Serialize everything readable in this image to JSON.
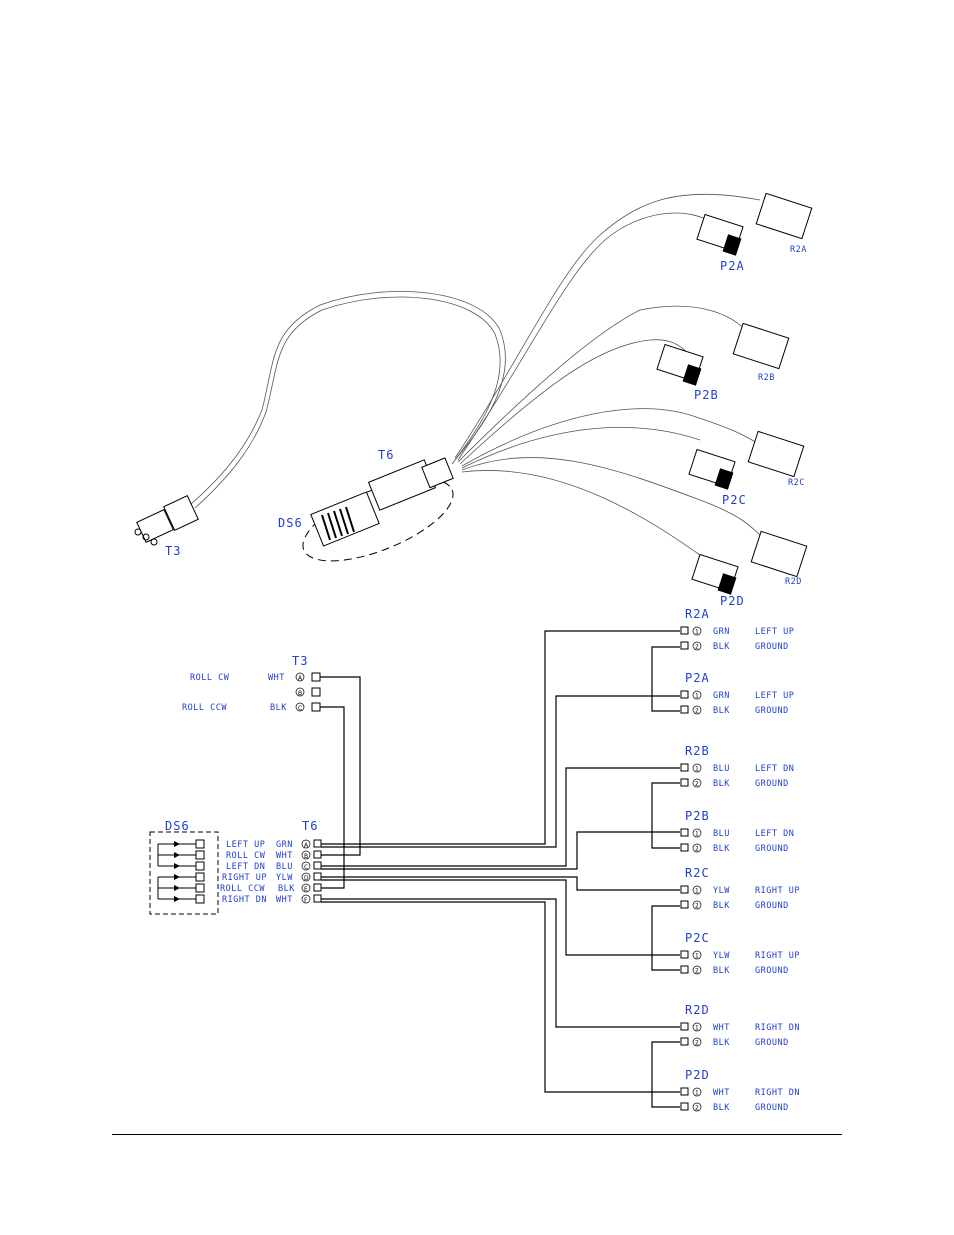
{
  "illustration": {
    "labels": {
      "t3": "T3",
      "t6": "T6",
      "ds6": "DS6",
      "r2a": "R2A",
      "p2a": "P2A",
      "r2b": "R2B",
      "p2b": "P2B",
      "r2c": "R2C",
      "p2c": "P2C",
      "r2d": "R2D",
      "p2d": "P2D"
    }
  },
  "schematic": {
    "t3": {
      "title": "T3",
      "pins": [
        {
          "signal": "ROLL CW",
          "color": "WHT",
          "pin": "A"
        },
        {
          "signal": "",
          "color": "",
          "pin": "B"
        },
        {
          "signal": "ROLL CCW",
          "color": "BLK",
          "pin": "C"
        }
      ]
    },
    "ds6": {
      "title": "DS6"
    },
    "t6": {
      "title": "T6",
      "pins": [
        {
          "signal": "LEFT UP",
          "color": "GRN",
          "pin": "A"
        },
        {
          "signal": "ROLL CW",
          "color": "WHT",
          "pin": "B"
        },
        {
          "signal": "LEFT DN",
          "color": "BLU",
          "pin": "C"
        },
        {
          "signal": "RIGHT UP",
          "color": "YLW",
          "pin": "D"
        },
        {
          "signal": "ROLL CCW",
          "color": "BLK",
          "pin": "E"
        },
        {
          "signal": "RIGHT DN",
          "color": "WHT",
          "pin": "F"
        }
      ]
    },
    "connectors": [
      {
        "name": "R2A",
        "pins": [
          {
            "pin": "1",
            "color": "GRN",
            "signal": "LEFT UP"
          },
          {
            "pin": "2",
            "color": "BLK",
            "signal": "GROUND"
          }
        ]
      },
      {
        "name": "P2A",
        "pins": [
          {
            "pin": "1",
            "color": "GRN",
            "signal": "LEFT UP"
          },
          {
            "pin": "2",
            "color": "BLK",
            "signal": "GROUND"
          }
        ]
      },
      {
        "name": "R2B",
        "pins": [
          {
            "pin": "1",
            "color": "BLU",
            "signal": "LEFT DN"
          },
          {
            "pin": "2",
            "color": "BLK",
            "signal": "GROUND"
          }
        ]
      },
      {
        "name": "P2B",
        "pins": [
          {
            "pin": "1",
            "color": "BLU",
            "signal": "LEFT DN"
          },
          {
            "pin": "2",
            "color": "BLK",
            "signal": "GROUND"
          }
        ]
      },
      {
        "name": "R2C",
        "pins": [
          {
            "pin": "1",
            "color": "YLW",
            "signal": "RIGHT UP"
          },
          {
            "pin": "2",
            "color": "BLK",
            "signal": "GROUND"
          }
        ]
      },
      {
        "name": "P2C",
        "pins": [
          {
            "pin": "1",
            "color": "YLW",
            "signal": "RIGHT UP"
          },
          {
            "pin": "2",
            "color": "BLK",
            "signal": "GROUND"
          }
        ]
      },
      {
        "name": "R2D",
        "pins": [
          {
            "pin": "1",
            "color": "WHT",
            "signal": "RIGHT DN"
          },
          {
            "pin": "2",
            "color": "BLK",
            "signal": "GROUND"
          }
        ]
      },
      {
        "name": "P2D",
        "pins": [
          {
            "pin": "1",
            "color": "WHT",
            "signal": "RIGHT DN"
          },
          {
            "pin": "2",
            "color": "BLK",
            "signal": "GROUND"
          }
        ]
      }
    ]
  },
  "colors": {
    "label": "#1f3fcf",
    "line": "#000000"
  }
}
